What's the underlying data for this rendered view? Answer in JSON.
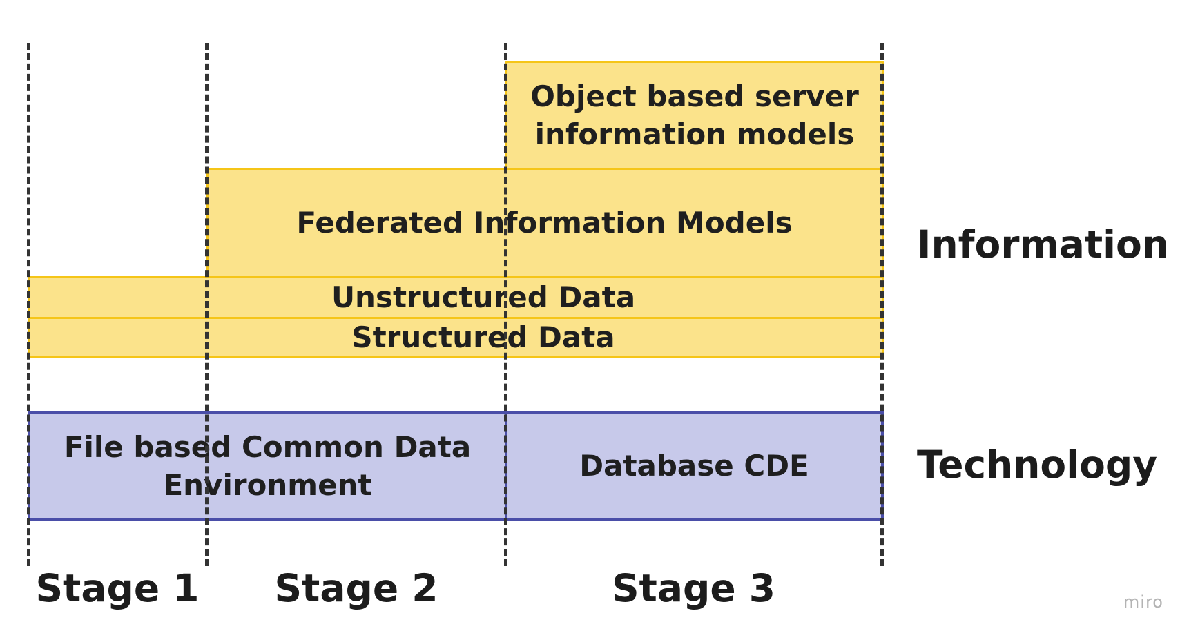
{
  "info_layers": {
    "object_models": "Object based server\ninformation models",
    "federated_models": "Federated Information Models",
    "unstructured_data": "Unstructured Data",
    "structured_data": "Structured Data"
  },
  "tech_layers": {
    "file_based_cde": "File based Common Data\nEnvironment",
    "database_cde": "Database CDE"
  },
  "row_labels": {
    "information": "Information",
    "technology": "Technology"
  },
  "stages": {
    "stage1": "Stage 1",
    "stage2": "Stage 2",
    "stage3": "Stage 3"
  },
  "watermark": "miro",
  "colors": {
    "information_fill": "#fbe38b",
    "information_border": "#f5c518",
    "technology_fill": "#c7c9ea",
    "technology_border": "#4a4ea8",
    "divider": "#333333"
  }
}
